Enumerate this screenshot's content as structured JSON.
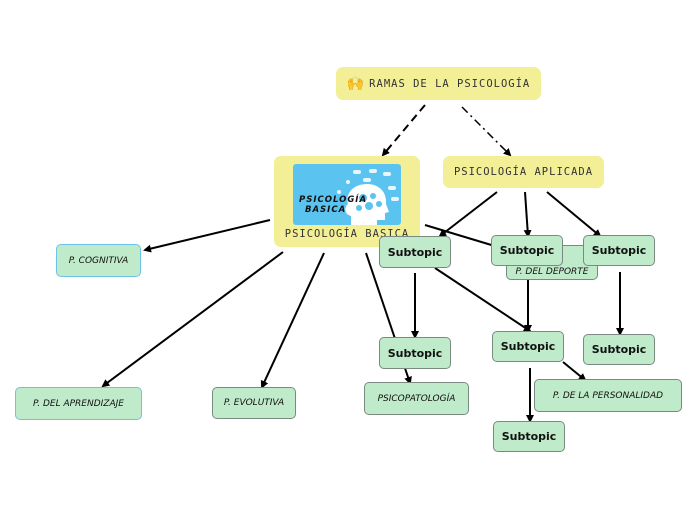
{
  "root": {
    "label": "RAMAS DE LA PSICOLOGÍA",
    "icon": "raising-hands-emoji"
  },
  "basica": {
    "label": "PSICOLOGÍA BASICA",
    "image_text": "PSICOLOGÍA BASICA"
  },
  "aplicada": {
    "label": "PSICOLOGÍA APLICADA"
  },
  "basica_children": {
    "cognitiva": "P. COGNITIVA",
    "aprendizaje": "P. DEL APRENDIZAJE",
    "evolutiva": "P. EVOLUTIVA",
    "psicopatologia": "PSICOPATOLOGÍA",
    "hidden": "P. DEL DEPORTE"
  },
  "personalidad": "P. DE LA PERSONALIDAD",
  "subtopics": [
    "Subtopic",
    "Subtopic",
    "Subtopic",
    "Subtopic",
    "Subtopic",
    "Subtopic",
    "Subtopic"
  ],
  "colors": {
    "main_topic": "#f3ef96",
    "subtopic": "#c0ebcb",
    "highlight_border": "#6cc3e8",
    "image_bg": "#5bc3f0"
  }
}
